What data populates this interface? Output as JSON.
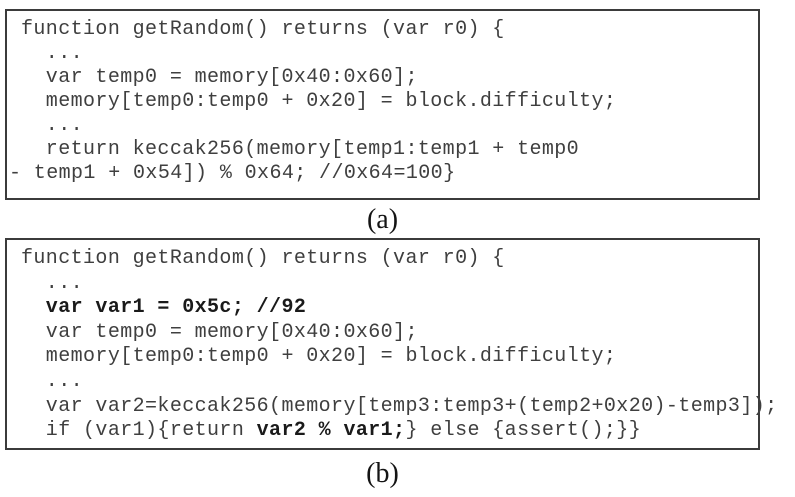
{
  "figure": {
    "background": "#ffffff"
  },
  "colors": {
    "code_text": "#3f3f3f",
    "code_bold_text": "#1a1a1a",
    "box_border": "#3b3b3b",
    "caption_text": "#141414"
  },
  "panels": [
    {
      "id": "a",
      "caption": "(a)",
      "code": [
        {
          "segments": [
            {
              "t": "function getRandom() returns (var r0) {",
              "b": false
            }
          ]
        },
        {
          "segments": [
            {
              "t": "  ...",
              "b": false
            }
          ]
        },
        {
          "segments": [
            {
              "t": "  var temp0 = memory[0x40:0x60];",
              "b": false
            }
          ]
        },
        {
          "segments": [
            {
              "t": "  memory[temp0:temp0 + 0x20] = block.difficulty;",
              "b": false
            }
          ]
        },
        {
          "segments": [
            {
              "t": "  ...",
              "b": false
            }
          ]
        },
        {
          "segments": [
            {
              "t": "  return keccak256(memory[temp1:temp1 + temp0",
              "b": false
            }
          ]
        },
        {
          "outdent": true,
          "segments": [
            {
              "t": "- temp1 + 0x54]) % 0x64; //0x64=100}",
              "b": false
            }
          ]
        }
      ]
    },
    {
      "id": "b",
      "caption": "(b)",
      "code": [
        {
          "segments": [
            {
              "t": "function getRandom() returns (var r0) {",
              "b": false
            }
          ]
        },
        {
          "segments": [
            {
              "t": "  ...",
              "b": false
            }
          ]
        },
        {
          "segments": [
            {
              "t": "  var var1 = 0x5c; //92",
              "b": true
            }
          ]
        },
        {
          "segments": [
            {
              "t": "  var temp0 = memory[0x40:0x60];",
              "b": false
            }
          ]
        },
        {
          "segments": [
            {
              "t": "  memory[temp0:temp0 + 0x20] = block.difficulty;",
              "b": false
            }
          ]
        },
        {
          "segments": [
            {
              "t": "  ...",
              "b": false
            }
          ]
        },
        {
          "segments": [
            {
              "t": "  var var2=keccak256(memory[temp3:temp3+(temp2+0x20)-temp3]);",
              "b": false
            }
          ]
        },
        {
          "segments": [
            {
              "t": "  if (var1){return ",
              "b": false
            },
            {
              "t": "var2 % var1;",
              "b": true
            },
            {
              "t": "} else {assert();}}",
              "b": false
            }
          ]
        }
      ]
    }
  ]
}
